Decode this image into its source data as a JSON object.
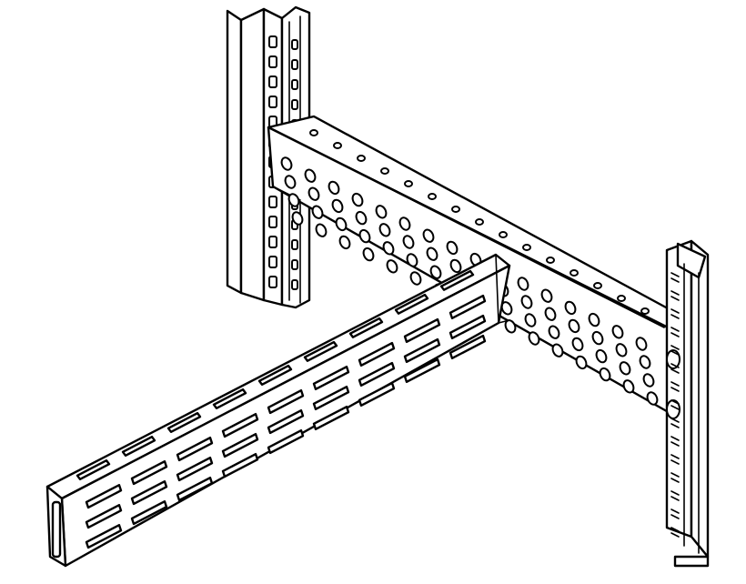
{
  "figure": {
    "subject": "rack-mount-rail-assembly",
    "parts": [
      "rear-left-post",
      "side-rail",
      "front-right-post",
      "front-slotted-rail"
    ],
    "colors": {
      "line": "#000000",
      "fill": "#ffffff"
    }
  }
}
